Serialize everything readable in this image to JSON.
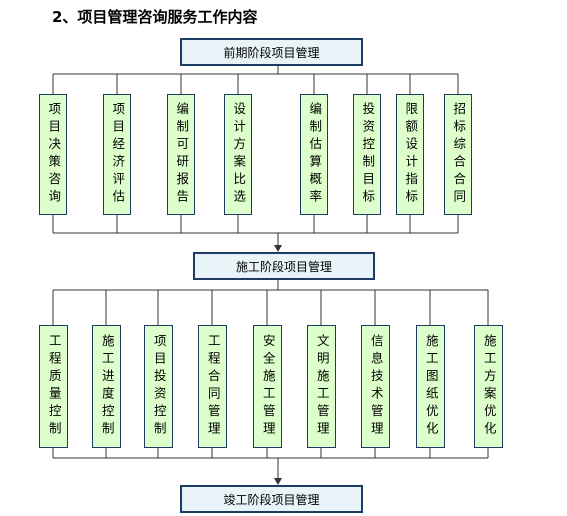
{
  "title": "2、项目管理咨询服务工作内容",
  "phases": {
    "pre": "前期阶段项目管理",
    "construction": "施工阶段项目管理",
    "completion": "竣工阶段项目管理"
  },
  "pre_items": [
    "项目决策咨询",
    "项目经济评估",
    "编制可研报告",
    "设计方案比选",
    "编制估算概率",
    "投资控制目标",
    "限额设计指标",
    "招标综合合同"
  ],
  "construction_items": [
    "工程质量控制",
    "施工进度控制",
    "项目投资控制",
    "工程合同管理",
    "安全施工管理",
    "文明施工管理",
    "信息技术管理",
    "施工图纸优化",
    "施工方案优化"
  ]
}
